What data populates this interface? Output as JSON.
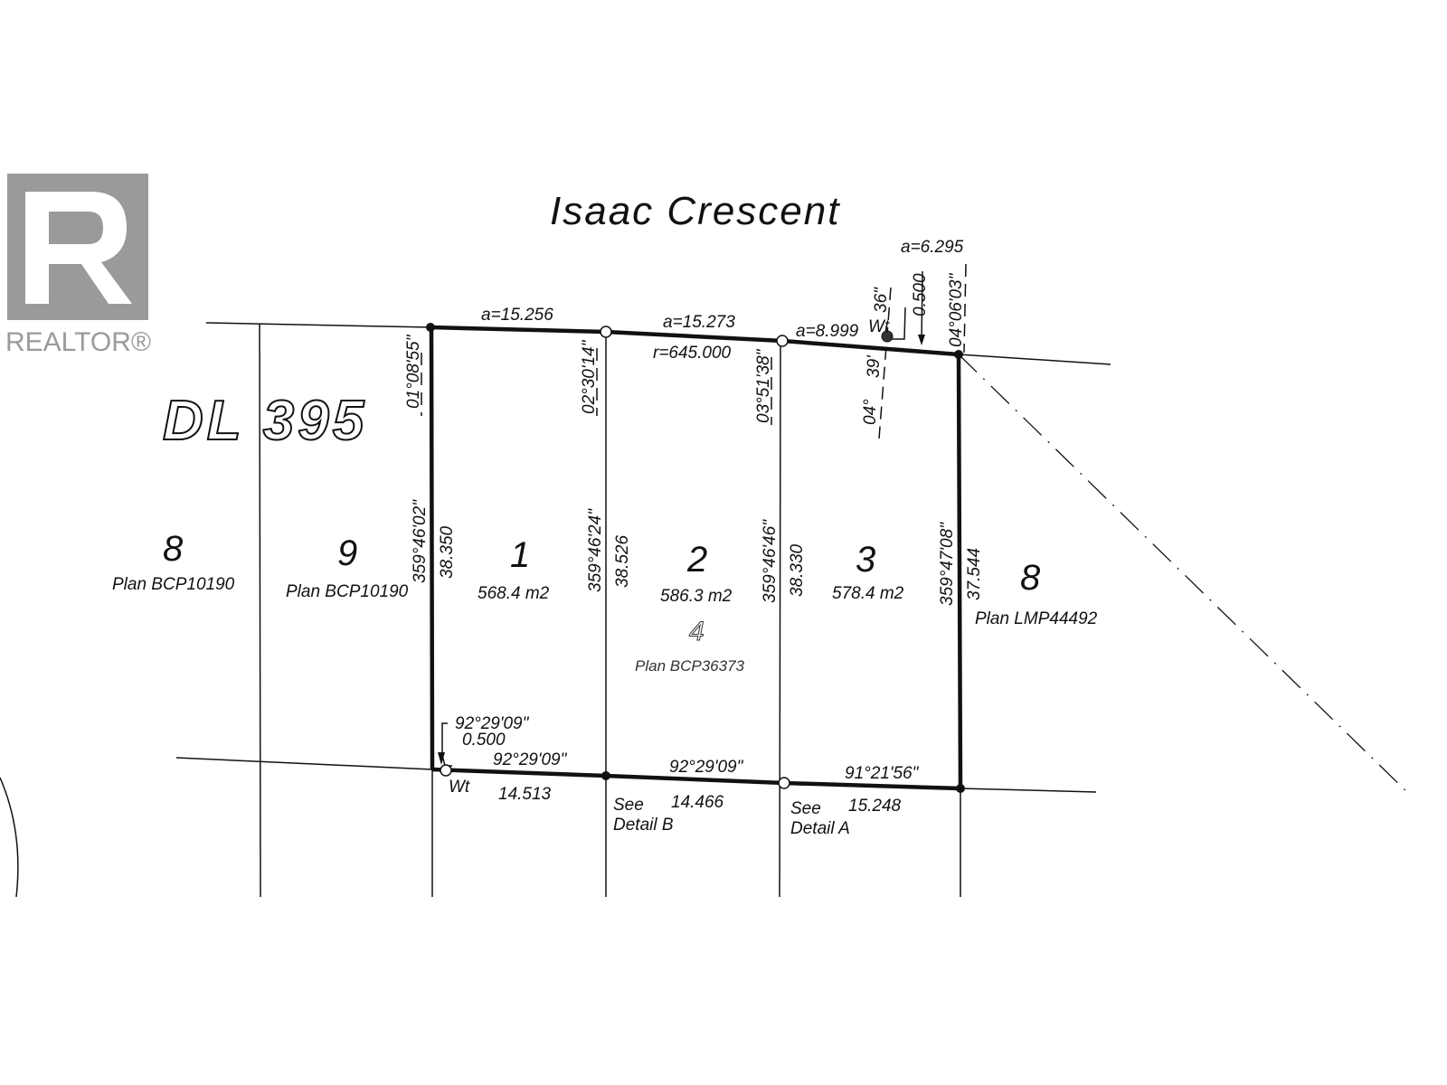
{
  "logo": {
    "text": "REALTOR®",
    "color": "#9a9a9a"
  },
  "street": "Isaac Crescent",
  "district_lot": "DL 395",
  "top_boundary": {
    "arc1": "a=15.256",
    "arc2": "a=15.273",
    "radius": "r=645.000",
    "arc3": "a=8.999",
    "arc4": "a=6.295",
    "offset": "0.500",
    "witness": "Wt",
    "angle_a": "01°08'55\"",
    "angle_b": "02°30'14\"",
    "angle_c": "03°51'38\"",
    "angle_d1": "04°",
    "angle_d2": "39'",
    "angle_d3": "36\"",
    "angle_e": "04°06'03\""
  },
  "lots": [
    {
      "number": "1",
      "area": "568.4 m2",
      "left_bearing": "359°46'02\"",
      "left_distance": "38.350"
    },
    {
      "number": "2",
      "area": "586.3 m2",
      "left_bearing": "359°46'24\"",
      "left_distance": "38.526"
    },
    {
      "number": "3",
      "area": "578.4 m2",
      "left_bearing": "359°46'46\"",
      "left_distance": "38.330"
    }
  ],
  "east_line": {
    "bearing": "359°47'08\"",
    "distance": "37.544"
  },
  "neighbors": [
    {
      "number": "8",
      "plan": "Plan BCP10190"
    },
    {
      "number": "9",
      "plan": "Plan BCP10190"
    },
    {
      "number": "8",
      "plan": "Plan LMP44492"
    }
  ],
  "remainder": {
    "number": "4",
    "plan": "Plan BCP36373"
  },
  "bottom_boundary": {
    "witness_bearing": "92°29'09\"",
    "witness_offset": "0.500",
    "witness": "Wt",
    "seg1_bearing": "92°29'09\"",
    "seg1_distance": "14.513",
    "seg2_bearing": "92°29'09\"",
    "seg2_distance": "14.466",
    "seg3_bearing": "91°21'56\"",
    "seg3_distance": "15.248",
    "see_b": "See",
    "detail_b": "Detail B",
    "see_a": "See",
    "detail_a": "Detail A"
  }
}
